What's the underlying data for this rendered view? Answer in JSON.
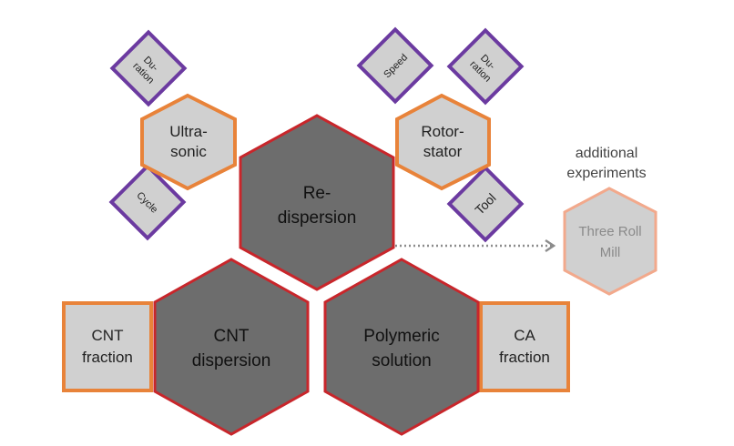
{
  "colors": {
    "main_fill": "#6d6d6d",
    "main_stroke": "#c8262b",
    "light_fill": "#d0d0d0",
    "orange_stroke": "#e8833a",
    "purple_stroke": "#6b3aa0",
    "additional_stroke": "#f2a98c",
    "additional_text": "#8a8a8a",
    "arrow": "#8c8c8c"
  },
  "main_hexagons": {
    "redispersion": [
      "Re-",
      "dispersion"
    ],
    "cnt_dispersion": [
      "CNT",
      "dispersion"
    ],
    "polymeric_solution": [
      "Polymeric",
      "solution"
    ]
  },
  "method_hexagons": {
    "ultrasonic": [
      "Ultra-",
      "sonic"
    ],
    "rotor_stator": [
      "Rotor-",
      "stator"
    ]
  },
  "parameters": {
    "ultrasonic_duration": [
      "Du-",
      "ration"
    ],
    "ultrasonic_cycle": [
      "Cycle"
    ],
    "rotor_speed": [
      "Speed"
    ],
    "rotor_duration": [
      "Du-",
      "ration"
    ],
    "rotor_tool": [
      "Tool"
    ]
  },
  "fractions": {
    "cnt_fraction": [
      "CNT",
      "fraction"
    ],
    "ca_fraction": [
      "CA",
      "fraction"
    ]
  },
  "additional": {
    "caption": [
      "additional",
      "experiments"
    ],
    "three_roll_mill": [
      "Three Roll",
      "Mill"
    ]
  }
}
